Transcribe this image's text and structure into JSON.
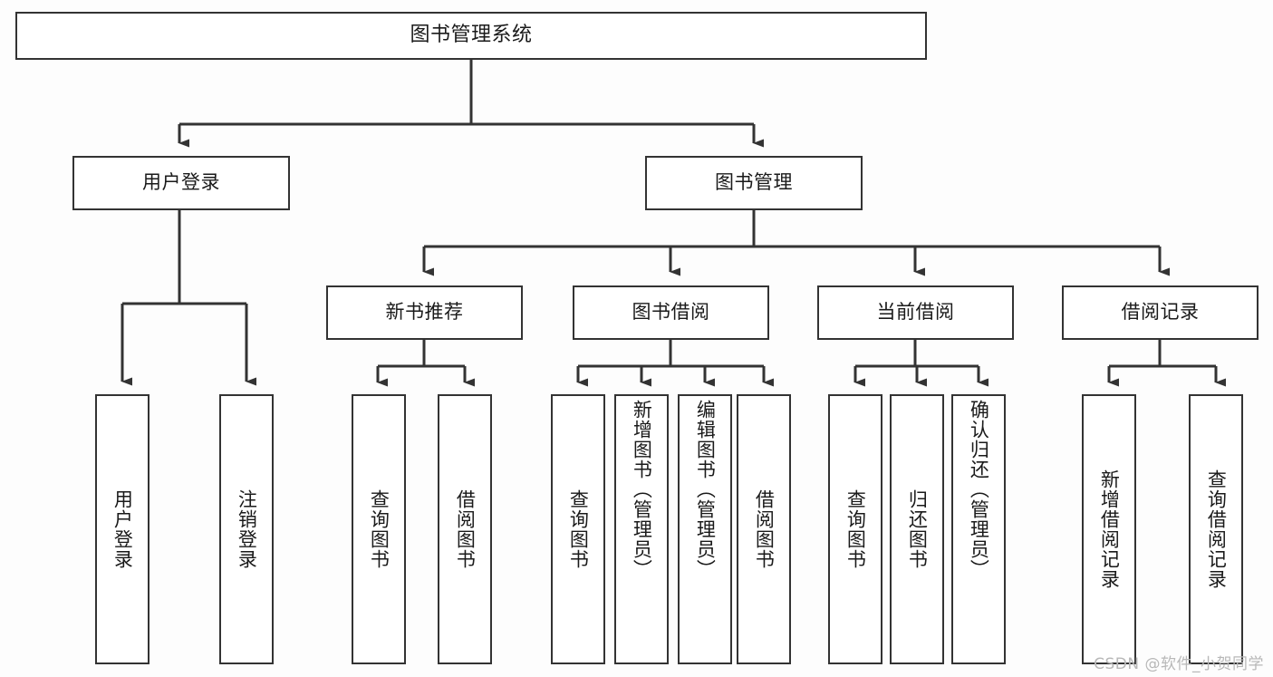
{
  "diagram": {
    "title": "图书管理系统",
    "type": "tree-hierarchy-diagram",
    "watermark": "CSDN @软件_小贺同学",
    "colors": {
      "stroke": "#333333",
      "box_fill": "#ffffff",
      "background": "#fdfdfd",
      "text": "#1a1a1a",
      "watermark": "#b8b8b8"
    },
    "root": {
      "label": "图书管理系统"
    },
    "level1": [
      {
        "label": "用户登录"
      },
      {
        "label": "图书管理"
      }
    ],
    "level2": [
      {
        "label": "新书推荐"
      },
      {
        "label": "图书借阅"
      },
      {
        "label": "当前借阅"
      },
      {
        "label": "借阅记录"
      }
    ],
    "leaves": {
      "user_login": [
        {
          "label": "用户登录"
        },
        {
          "label": "注销登录"
        }
      ],
      "new_book_recommend": [
        {
          "label": "查询图书"
        },
        {
          "label": "借阅图书"
        }
      ],
      "book_borrow": [
        {
          "label": "查询图书"
        },
        {
          "label": "新增图书（管理员）"
        },
        {
          "label": "编辑图书（管理员）"
        },
        {
          "label": "借阅图书"
        }
      ],
      "current_borrow": [
        {
          "label": "查询图书"
        },
        {
          "label": "归还图书"
        },
        {
          "label": "确认归还（管理员）"
        }
      ],
      "borrow_record": [
        {
          "label": "新增借阅记录"
        },
        {
          "label": "查询借阅记录"
        }
      ]
    }
  }
}
